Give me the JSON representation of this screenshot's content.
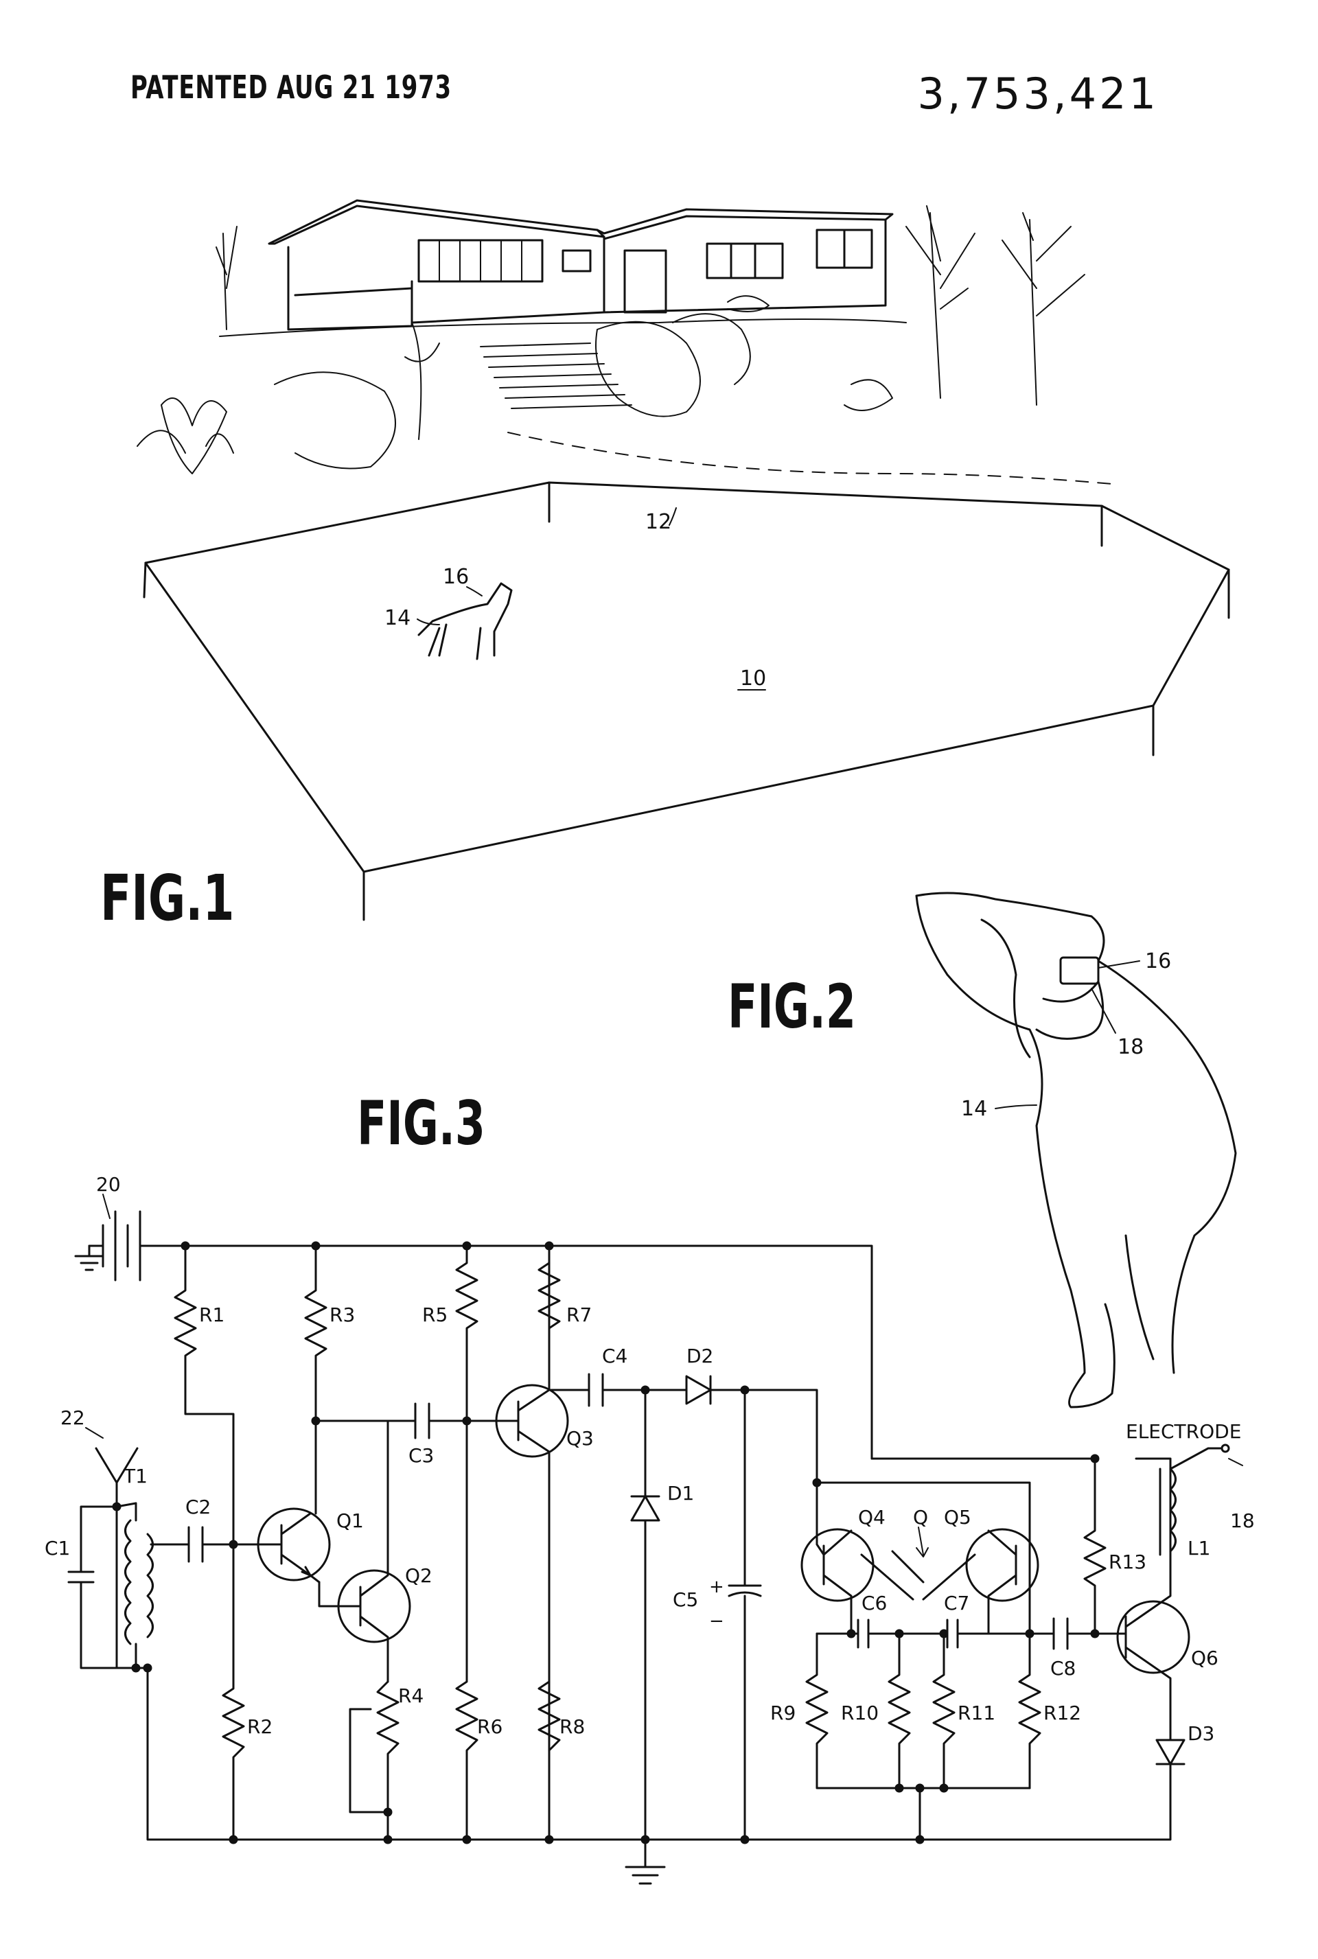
{
  "header": {
    "patented": "PATENTED AUG 21 1973",
    "patent_number": "3,753,421"
  },
  "figures": {
    "fig1": {
      "label": "FIG.1",
      "refs": {
        "yard": "10",
        "wire": "12",
        "dog": "14",
        "collar": "16"
      }
    },
    "fig2": {
      "label": "FIG.2",
      "refs": {
        "collar": "16",
        "electrode": "18",
        "dog": "14"
      }
    },
    "fig3": {
      "label": "FIG.3",
      "refs": {
        "battery": "20",
        "antenna": "22",
        "electrode_ref": "18",
        "multivibrator": "Q"
      },
      "labels": {
        "electrode": "ELECTRODE",
        "t1": "T1",
        "c1": "C1",
        "c2": "C2",
        "c3": "C3",
        "c4": "C4",
        "c5": "C5",
        "c6": "C6",
        "c7": "C7",
        "c8": "C8",
        "r1": "R1",
        "r2": "R2",
        "r3": "R3",
        "r4": "R4",
        "r5": "R5",
        "r6": "R6",
        "r7": "R7",
        "r8": "R8",
        "r9": "R9",
        "r10": "R10",
        "r11": "R11",
        "r12": "R12",
        "r13": "R13",
        "q1": "Q1",
        "q2": "Q2",
        "q3": "Q3",
        "q4": "Q4",
        "q5": "Q5",
        "q6": "Q6",
        "d1": "D1",
        "d2": "D2",
        "d3": "D3",
        "l1": "L1"
      }
    }
  }
}
